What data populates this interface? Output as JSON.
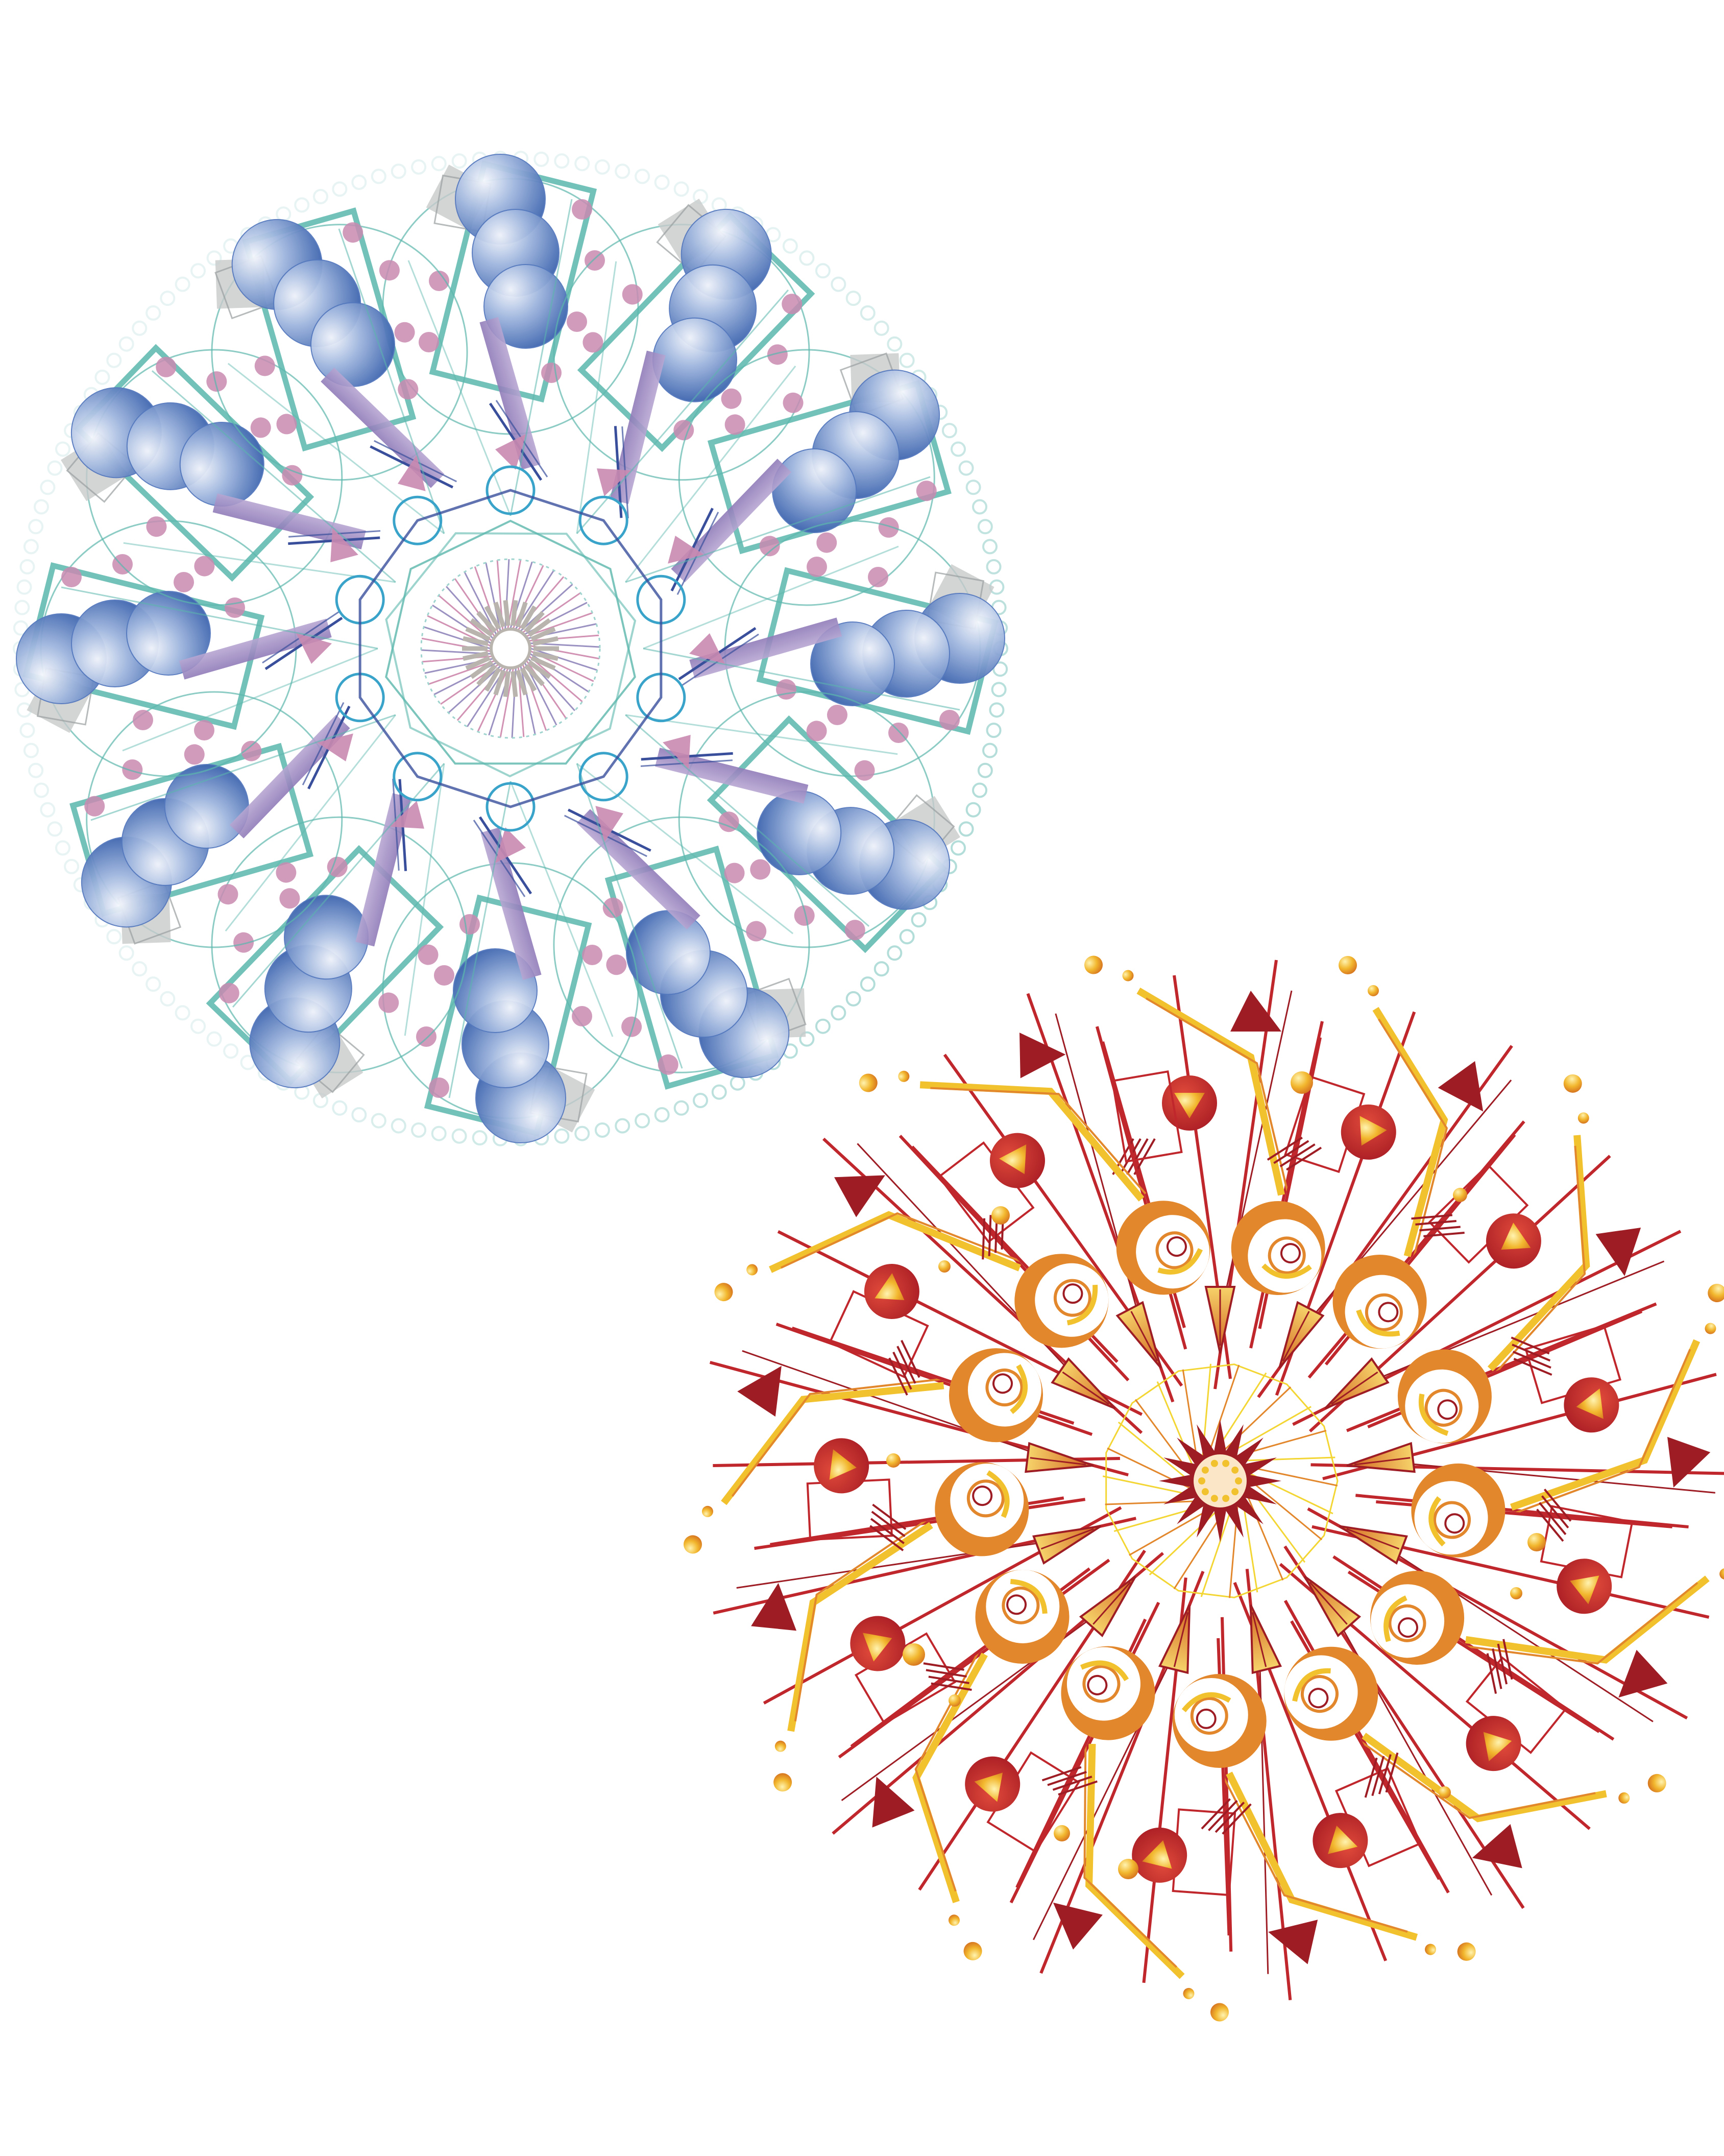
{
  "mandalas": [
    {
      "id": "blue",
      "symmetry": 12,
      "colors": {
        "sphere": "#3f6cb5",
        "sphere_light": "#f4f7fc",
        "teal": "#5bb7ad",
        "teal_soft": "#9fd4cf",
        "pink_dot": "#c98ab0",
        "lilac_bar": "#a18bc2",
        "grey_square": "#c8cbcb",
        "navy_line": "#3a4f9c",
        "core_pink": "#c97fa6",
        "core_grey": "#b9b4ad"
      }
    },
    {
      "id": "red",
      "symmetry": 13,
      "colors": {
        "crimson": "#c0272d",
        "dark_red": "#9e1d25",
        "orange": "#e2872c",
        "gold": "#f2c12e",
        "gold_light": "#f7dc6a",
        "yellow_line": "#f3d634",
        "cream": "#fbe6c8"
      }
    }
  ]
}
